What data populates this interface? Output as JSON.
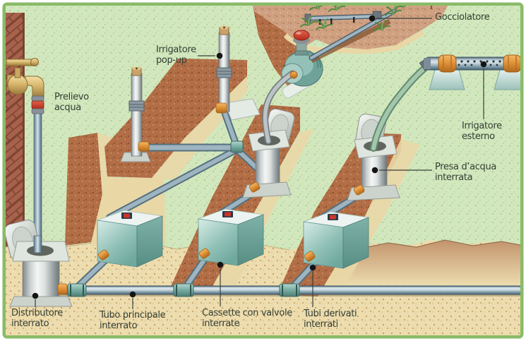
{
  "diagram": {
    "labels": {
      "gocciolatore": {
        "line1": "Gocciolatore"
      },
      "irrigatore_popup": {
        "line1": "Irrigatore",
        "line2": "pop-up"
      },
      "prelievo_acqua": {
        "line1": "Prelievo",
        "line2": "acqua"
      },
      "irrigatore_esterno": {
        "line1": "Irrigatore",
        "line2": "esterno"
      },
      "presa_dacqua": {
        "line1": "Presa d’acqua",
        "line2": "interrata"
      },
      "distributore": {
        "line1": "Distributore",
        "line2": "interrato"
      },
      "tubo_principale": {
        "line1": "Tubo principale",
        "line2": "interrato"
      },
      "cassette_valvole": {
        "line1": "Cassette con valvole",
        "line2": "interrate"
      },
      "tubi_derivati": {
        "line1": "Tubi derivati",
        "line2": "interrati"
      }
    },
    "palette": {
      "frame_green": "#8abb68",
      "lawn": "#d2e7bd",
      "sand": "#ecdcae",
      "trench_soil": "#b26e46",
      "drip_soil": "#cfa081",
      "brick": "#a8624c",
      "pipe_gray": "#8fa9b6",
      "fitting_teal": "#6ba49a",
      "fitting_orange": "#dd8f33",
      "valve_red": "#cc3528",
      "brass": "#d8b76e",
      "label_text": "#343e34"
    }
  }
}
